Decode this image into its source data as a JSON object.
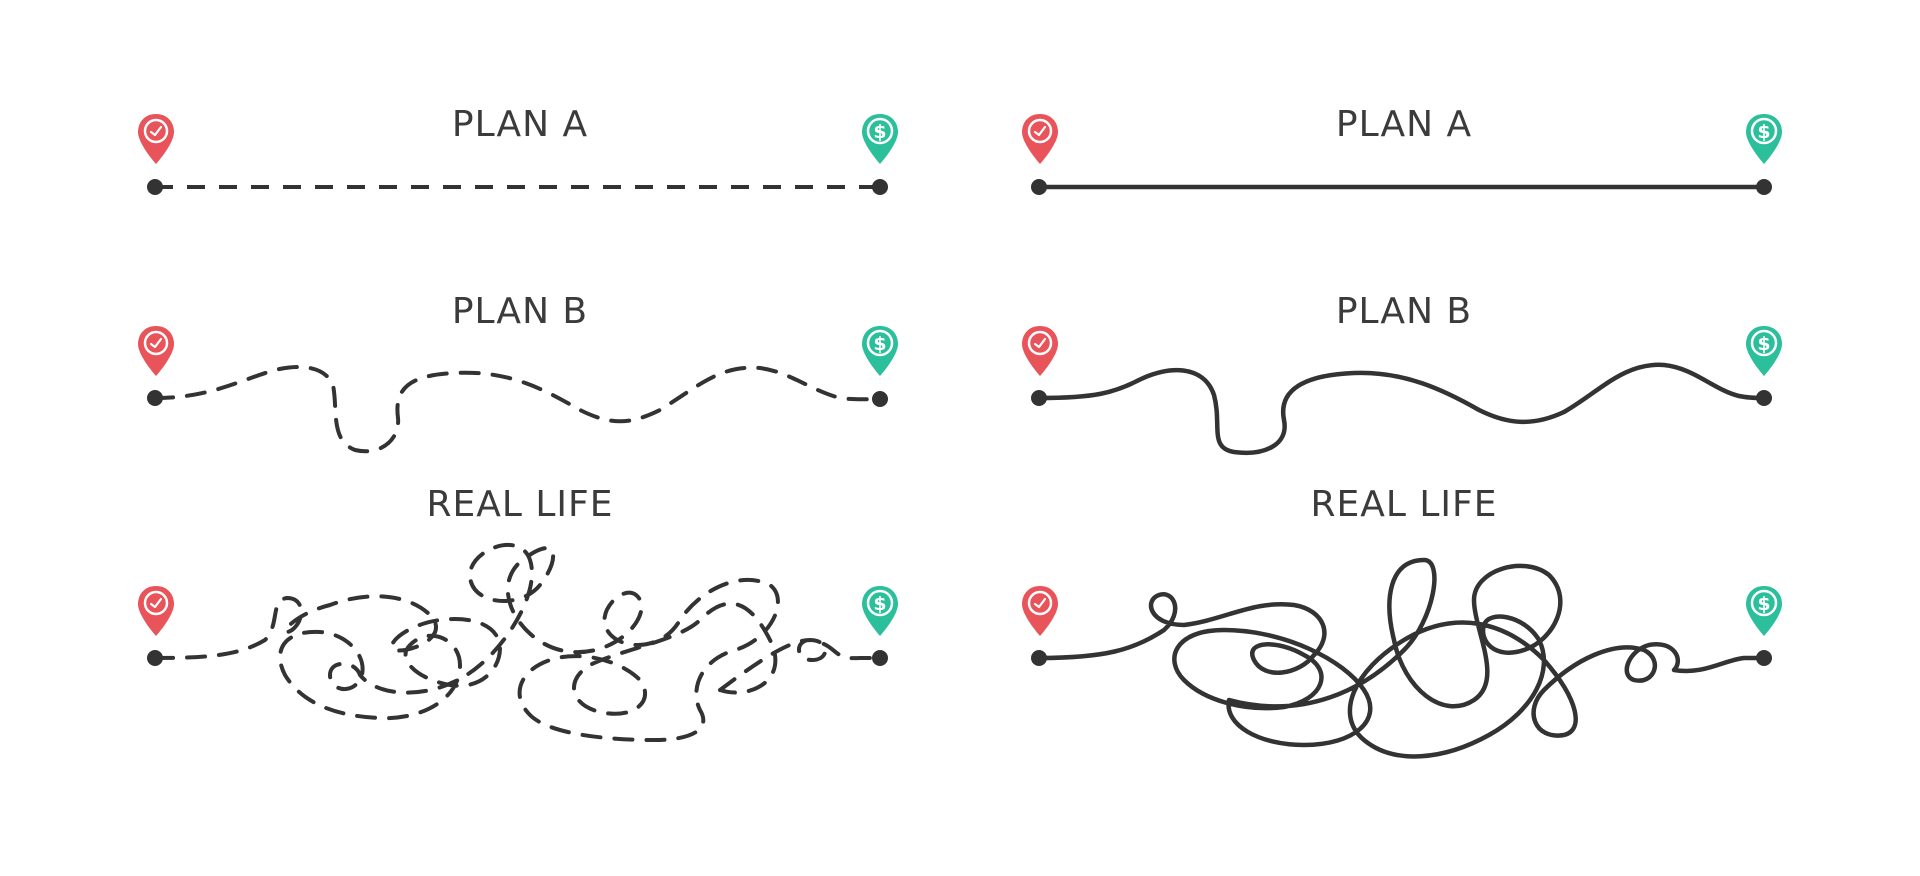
{
  "colors": {
    "line": "#333333",
    "start_pin": "#e8545a",
    "end_pin": "#2bbf9b",
    "text": "#3b3b3b"
  },
  "icons": {
    "start": "clock-pin-icon",
    "end": "dollar-pin-icon",
    "end_symbol": "$"
  },
  "panels": {
    "dashed": {
      "plan_a": {
        "label": "PLAN A"
      },
      "plan_b": {
        "label": "PLAN B"
      },
      "real_life": {
        "label": "REAL LIFE"
      }
    },
    "solid": {
      "plan_a": {
        "label": "PLAN A"
      },
      "plan_b": {
        "label": "PLAN B"
      },
      "real_life": {
        "label": "REAL LIFE"
      }
    }
  }
}
